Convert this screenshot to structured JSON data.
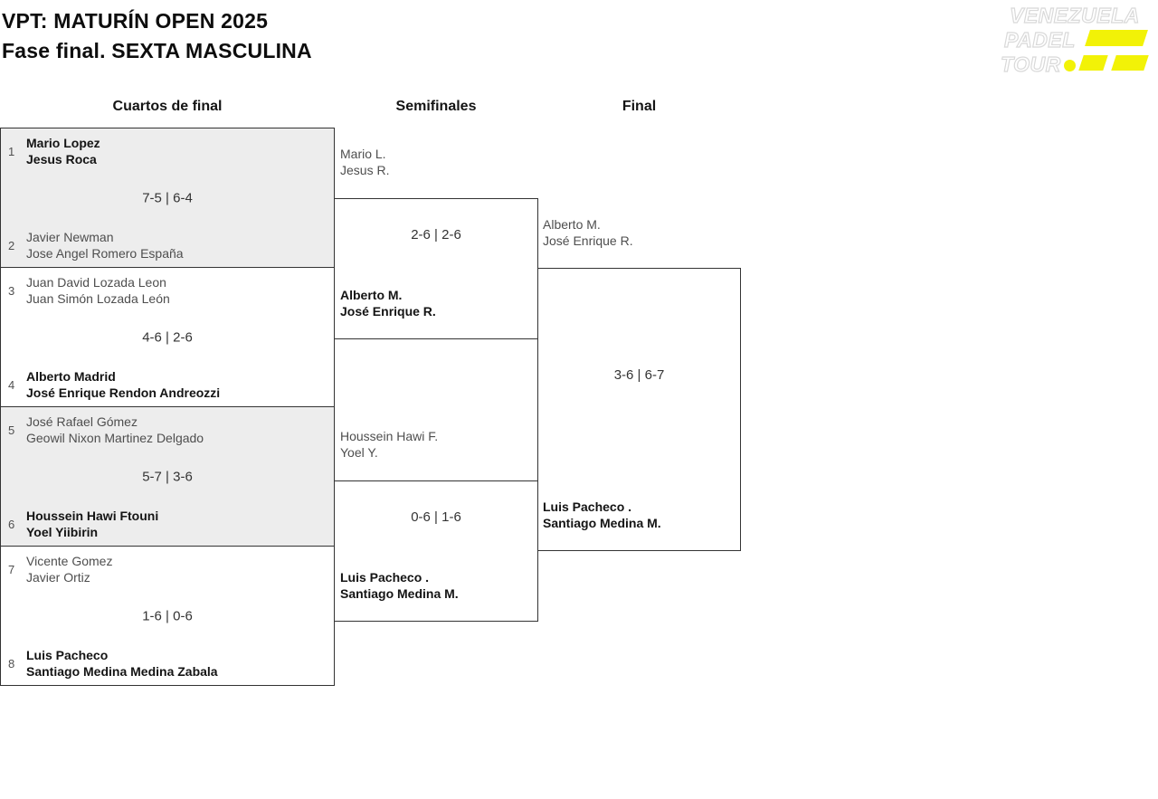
{
  "header": {
    "title_line1": "VPT: MATURÍN OPEN 2025",
    "title_line2": "Fase final. SEXTA MASCULINA"
  },
  "logo": {
    "line1": "VENEZUELA",
    "line2": "PADEL",
    "line3": "TOUR",
    "accent_color": "#f2f207"
  },
  "round_headers": [
    "Cuartos de final",
    "Semifinales",
    "Final"
  ],
  "bracket": {
    "quarterfinals": [
      {
        "seed_top": "1",
        "team_top": {
          "line1": "Mario Lopez",
          "line2": "Jesus Roca",
          "winner": true
        },
        "score": "7-5 | 6-4",
        "seed_bottom": "2",
        "team_bottom": {
          "line1": "Javier Newman",
          "line2": "Jose Angel Romero España",
          "winner": false
        }
      },
      {
        "seed_top": "3",
        "team_top": {
          "line1": "Juan David Lozada Leon",
          "line2": "Juan Simón Lozada León",
          "winner": false
        },
        "score": "4-6 | 2-6",
        "seed_bottom": "4",
        "team_bottom": {
          "line1": "Alberto Madrid",
          "line2": "José Enrique Rendon Andreozzi",
          "winner": true
        }
      },
      {
        "seed_top": "5",
        "team_top": {
          "line1": "José Rafael Gómez",
          "line2": "Geowil Nixon Martinez Delgado",
          "winner": false
        },
        "score": "5-7 | 3-6",
        "seed_bottom": "6",
        "team_bottom": {
          "line1": "Houssein Hawi Ftouni",
          "line2": "Yoel Yiibirin",
          "winner": true
        }
      },
      {
        "seed_top": "7",
        "team_top": {
          "line1": "Vicente Gomez",
          "line2": "Javier Ortiz",
          "winner": false
        },
        "score": "1-6 | 0-6",
        "seed_bottom": "8",
        "team_bottom": {
          "line1": "Luis Pacheco",
          "line2": "Santiago Medina Medina Zabala",
          "winner": true
        }
      }
    ],
    "semifinals": [
      {
        "team_top": {
          "line1": "Mario L.",
          "line2": "Jesus R.",
          "winner": false
        },
        "score": "2-6 | 2-6",
        "team_bottom": {
          "line1": "Alberto M.",
          "line2": "José Enrique R.",
          "winner": true
        }
      },
      {
        "team_top": {
          "line1": "Houssein Hawi F.",
          "line2": "Yoel Y.",
          "winner": false
        },
        "score": "0-6 | 1-6",
        "team_bottom": {
          "line1": "Luis Pacheco .",
          "line2": "Santiago Medina M.",
          "winner": true
        }
      }
    ],
    "final": {
      "team_top": {
        "line1": "Alberto M.",
        "line2": "José Enrique R.",
        "winner": false
      },
      "score": "3-6 | 6-7",
      "team_bottom": {
        "line1": "Luis Pacheco .",
        "line2": "Santiago Medina M.",
        "winner": true
      }
    }
  },
  "colors": {
    "winner_text": "#141414",
    "loser_text": "#4e4e4e",
    "seed_text": "#4f4f4f",
    "score_text": "#333333",
    "box_border": "#333333",
    "shaded_match_bg": "#ededed",
    "logo_accent": "#f2f207"
  }
}
